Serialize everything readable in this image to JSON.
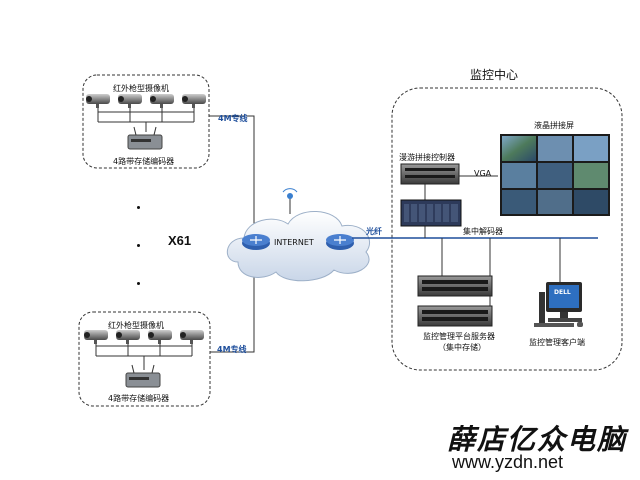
{
  "left_top": {
    "camera_label": "红外枪型摄像机",
    "encoder_label": "4路带存储编码器",
    "link_label": "4M专线"
  },
  "left_bottom": {
    "camera_label": "红外枪型摄像机",
    "encoder_label": "4路带存储编码器",
    "link_label": "4M专线"
  },
  "multiplier": "X61",
  "cloud": {
    "label": "INTERNET"
  },
  "fiber_label": "光纤",
  "center": {
    "title": "监控中心",
    "lcd_wall_label": "液晶拼接屏",
    "controller_label": "漫游拼接控制器",
    "vga_label": "VGA",
    "decoder_label": "集中解码器",
    "server_label_1": "监控管理平台服务器",
    "server_label_2": "（集中存储）",
    "client_label": "监控管理客户端",
    "monitor_brand": "DELL"
  },
  "watermark": {
    "brand": "薛店亿众电脑",
    "site": "www.yzdn.net"
  }
}
